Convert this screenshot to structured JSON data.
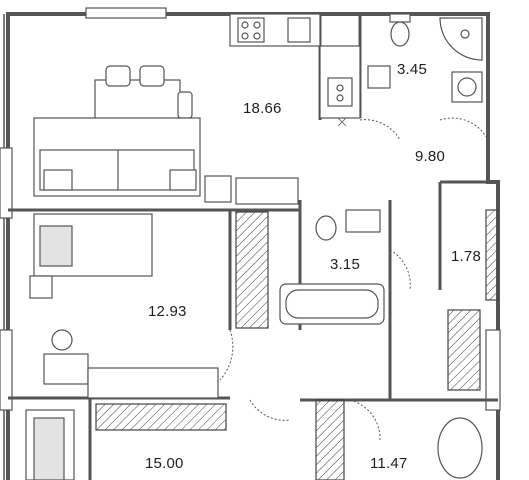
{
  "rooms": [
    {
      "id": "living-kitchen",
      "area": "18.66"
    },
    {
      "id": "bathroom-top",
      "area": "3.45"
    },
    {
      "id": "hallway",
      "area": "9.80"
    },
    {
      "id": "wardrobe",
      "area": "1.78"
    },
    {
      "id": "bathroom-middle",
      "area": "3.15"
    },
    {
      "id": "bedroom-left",
      "area": "12.93"
    },
    {
      "id": "bedroom-bottom-left",
      "area": "15.00"
    },
    {
      "id": "room-bottom-right",
      "area": "11.47"
    }
  ],
  "colors": {
    "wall": "#6a6a6a",
    "line": "#3a3a3a",
    "fill": "#e3e3e3",
    "window": "#c9c9c9"
  }
}
